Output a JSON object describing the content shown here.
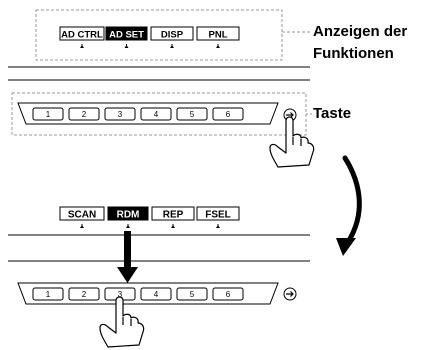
{
  "top_panel": {
    "function_labels": [
      {
        "text": "AD CTRL",
        "highlighted": false
      },
      {
        "text": "AD SET",
        "highlighted": true
      },
      {
        "text": "DISP",
        "highlighted": false
      },
      {
        "text": "PNL",
        "highlighted": false
      }
    ],
    "callout_functions_line1": "Anzeigen der",
    "callout_functions_line2": "Funktionen",
    "preset_buttons": [
      "1",
      "2",
      "3",
      "4",
      "5",
      "6"
    ],
    "callout_key": "Taste"
  },
  "bottom_panel": {
    "function_labels": [
      {
        "text": "SCAN",
        "highlighted": false
      },
      {
        "text": "RDM",
        "highlighted": true
      },
      {
        "text": "REP",
        "highlighted": false
      },
      {
        "text": "FSEL",
        "highlighted": false
      }
    ],
    "preset_buttons": [
      "1",
      "2",
      "3",
      "4",
      "5",
      "6"
    ],
    "pressed_button": "3"
  },
  "colors": {
    "ink": "#000000",
    "dashed_frame": "#9a9a9a",
    "highlight_fill": "#000000",
    "paper": "#ffffff"
  }
}
